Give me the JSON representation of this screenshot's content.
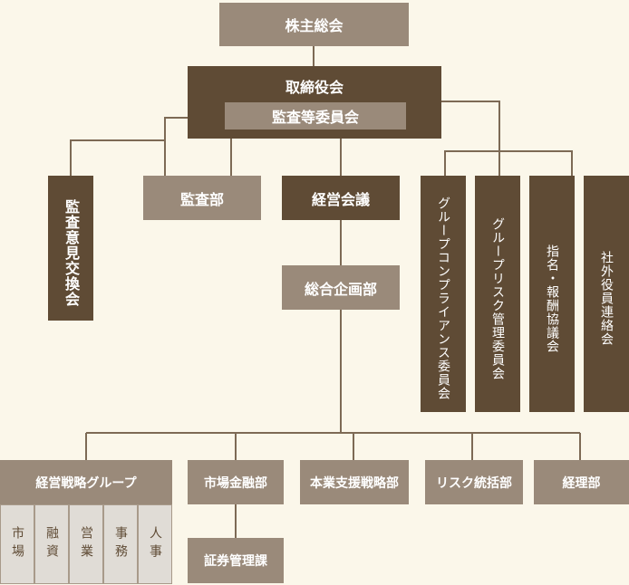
{
  "shareholders_meeting": "株主総会",
  "board": {
    "title": "取締役会",
    "audit_committee": "監査等委員会"
  },
  "audit_opinion_exchange": "監査意見交換会",
  "audit_dept": "監査部",
  "management_meeting": "経営会議",
  "planning_dept": "総合企画部",
  "committees": [
    "グループコンプライアンス委員会",
    "グループリスク管理委員会",
    "指名・報酬協議会",
    "社外役員連絡会"
  ],
  "departments": {
    "strategy_group": {
      "label": "経営戦略グループ",
      "units": [
        "市場",
        "融資",
        "営業",
        "事務",
        "人事"
      ]
    },
    "market_finance": "市場金融部",
    "securities_mgmt": "証券管理課",
    "business_support": "本業支援戦略部",
    "risk_control": "リスク統括部",
    "accounting": "経理部"
  },
  "colors": {
    "dark": "#5f4b35",
    "medium": "#9a8a7a",
    "light": "#e0dcd6",
    "line": "#7d6a55",
    "background": "#fbf7ea"
  }
}
